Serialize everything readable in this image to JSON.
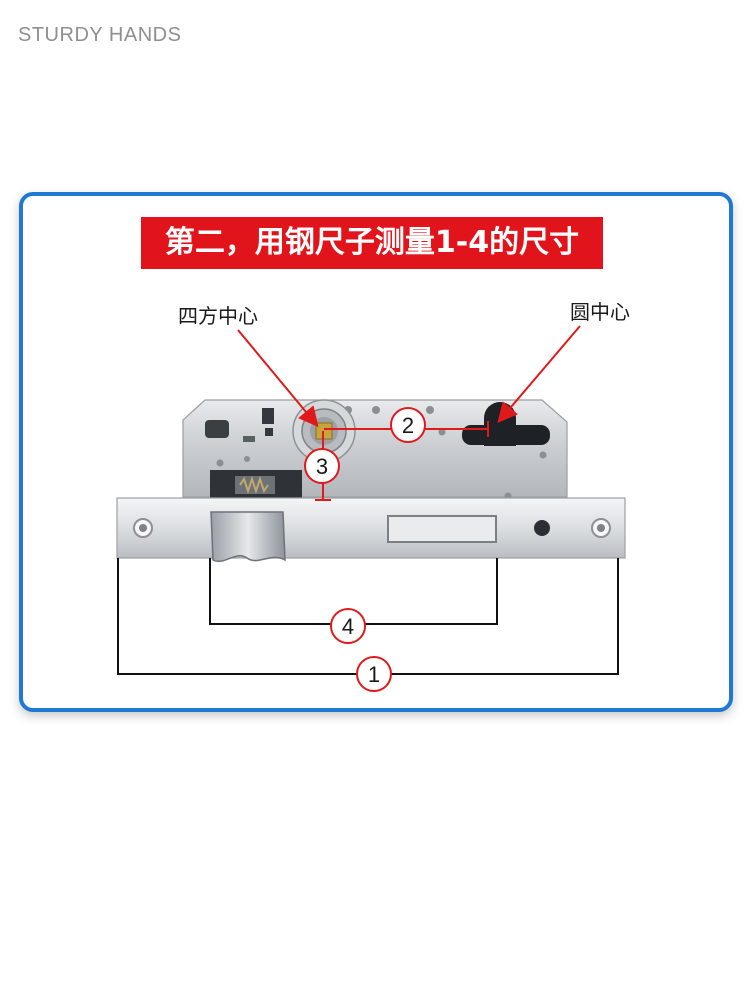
{
  "brand": "STURDY HANDS",
  "banner": "第二，用钢尺子测量1-4的尺寸",
  "labels": {
    "square_center": "四方中心",
    "round_center": "圆中心"
  },
  "markers": [
    "1",
    "2",
    "3",
    "4"
  ],
  "colors": {
    "accent_blue": "#1f78d1",
    "banner_red": "#e1141c",
    "arrow_red": "#e01a1a"
  }
}
